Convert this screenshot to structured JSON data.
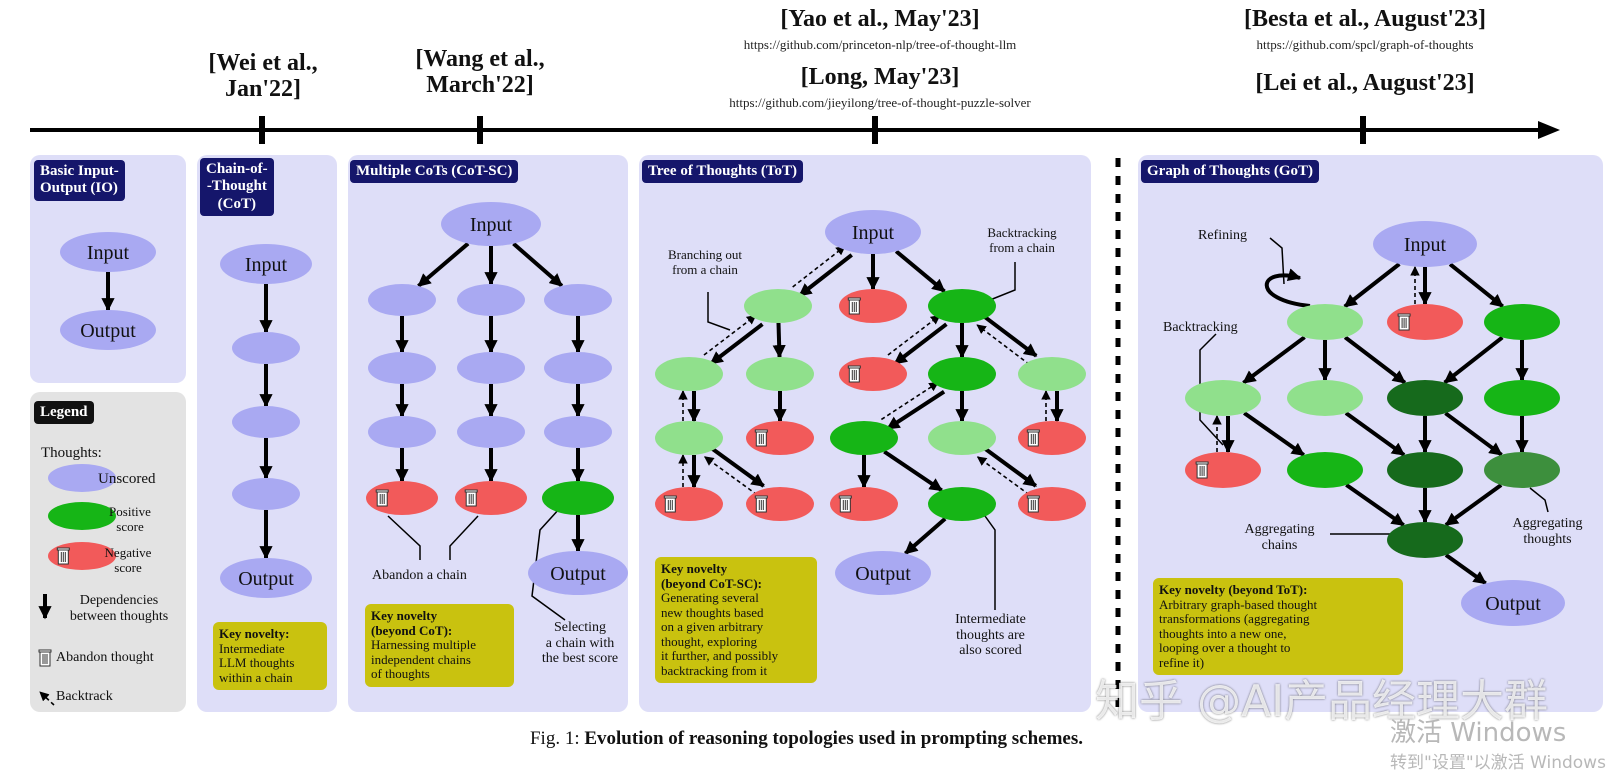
{
  "timeline": {
    "events": [
      {
        "id": "wei",
        "label": "[Wei et al., Jan'22]",
        "line1": "[Wei et al.,",
        "line2": "Jan'22]"
      },
      {
        "id": "wang",
        "label": "[Wang et al., March'22]",
        "line1": "[Wang et al.,",
        "line2": "March'22]"
      },
      {
        "id": "yao",
        "label": "[Yao et al., May'23]",
        "url": "https://github.com/princeton-nlp/tree-of-thought-llm"
      },
      {
        "id": "long",
        "label": "[Long, May'23]",
        "url": "https://github.com/jieyilong/tree-of-thought-puzzle-solver"
      },
      {
        "id": "besta",
        "label": "[Besta et al., August'23]",
        "url": "https://github.com/spcl/graph-of-thoughts"
      },
      {
        "id": "lei",
        "label": "[Lei et al., August'23]"
      }
    ]
  },
  "panels": {
    "io": {
      "title_l1": "Basic Input-",
      "title_l2": "Output (IO)",
      "input": "Input",
      "output": "Output"
    },
    "cot": {
      "title_l1": "Chain-of-",
      "title_l2": "-Thought",
      "title_l3": "(CoT)",
      "input": "Input",
      "output": "Output",
      "novelty_title": "Key novelty:",
      "novelty_text": [
        "Intermediate",
        "LLM thoughts",
        "within a chain"
      ]
    },
    "cotsc": {
      "title": "Multiple CoTs (CoT-SC)",
      "input": "Input",
      "output": "Output",
      "abandon": "Abandon a chain",
      "select": [
        "Selecting",
        "a chain with",
        "the best score"
      ],
      "novelty_title": [
        "Key novelty",
        "(beyond CoT):"
      ],
      "novelty_text": [
        "Harnessing multiple",
        "independent chains",
        "of thoughts"
      ]
    },
    "tot": {
      "title": "Tree of Thoughts (ToT)",
      "input": "Input",
      "output": "Output",
      "branching": [
        "Branching out",
        "from a chain"
      ],
      "backtracking": [
        "Backtracking",
        "from a chain"
      ],
      "intermediate": [
        "Intermediate",
        "thoughts are",
        "also scored"
      ],
      "novelty_title": [
        "Key novelty",
        "(beyond CoT-SC):"
      ],
      "novelty_text": [
        "Generating several",
        "new thoughts based",
        "on a given arbitrary",
        "thought, exploring",
        "it further, and possibly",
        "backtracking from it"
      ]
    },
    "got": {
      "title": "Graph of Thoughts (GoT)",
      "input": "Input",
      "output": "Output",
      "refining": "Refining",
      "backtracking": "Backtracking",
      "agg_chains": [
        "Aggregating",
        "chains"
      ],
      "agg_thoughts": [
        "Aggregating",
        "thoughts"
      ],
      "novelty_title": "Key novelty (beyond ToT):",
      "novelty_text": [
        "Arbitrary graph-based thought",
        "transformations (aggregating",
        "thoughts into a new one,",
        "looping over a thought to",
        "refine it)"
      ]
    }
  },
  "legend": {
    "title": "Legend",
    "thoughts": "Thoughts:",
    "unscored": "Unscored",
    "positive": [
      "Positive",
      "score"
    ],
    "negative": [
      "Negative",
      "score"
    ],
    "dependencies": [
      "Dependencies",
      "between thoughts"
    ],
    "abandon": "Abandon thought",
    "backtrack": "Backtrack"
  },
  "caption": {
    "prefix": "Fig. 1: ",
    "text": "Evolution of reasoning topologies used in prompting schemes."
  },
  "watermark": {
    "text": "知乎 @AI产品经理大群"
  },
  "windows_overlay": {
    "line1": "激活 Windows",
    "line2": "转到\"设置\"以激活 Windows"
  },
  "colors": {
    "unscored": "#a9a9f2",
    "positive": "#16b516",
    "light_positive": "#90e08c",
    "dark_positive": "#166a1c",
    "mid_positive": "#3d8f3d",
    "negative": "#f25a5a",
    "panel": "#dedef8",
    "tag": "#15166b",
    "novelty": "#c9c20f"
  }
}
